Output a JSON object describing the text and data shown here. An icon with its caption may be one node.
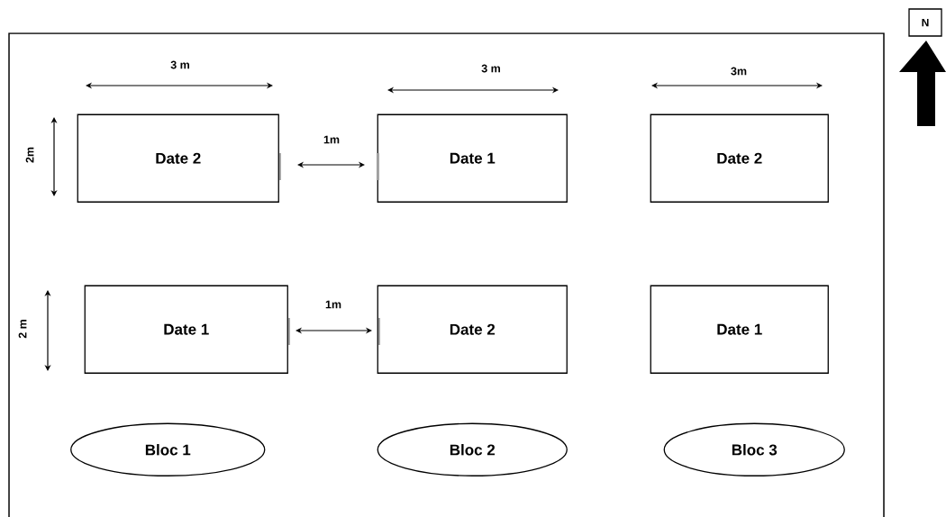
{
  "diagram": {
    "nodes": [
      {
        "text": [],
        "shape": "box"
      },
      {
        "text": [
          "Date 2"
        ],
        "in": 0
      },
      {
        "text": [
          "Date 1"
        ],
        "in": 0
      },
      {
        "text": [
          "Date 2"
        ],
        "in": 0
      },
      {
        "text": [
          "Date 1"
        ],
        "in": 0
      },
      {
        "text": [
          "Date 2"
        ],
        "in": 0
      },
      {
        "text": [
          "Date 1"
        ],
        "in": 0
      },
      {
        "text": [
          "Bloc 1"
        ],
        "in": 0
      },
      {
        "text": [
          "Bloc 2"
        ],
        "in": 0
      },
      {
        "text": [
          "Bloc 3"
        ],
        "in": 0
      },
      {
        "text": [
          "N"
        ]
      }
    ],
    "labels": [
      "3 m",
      "3 m",
      "3m",
      "1m",
      "2m",
      "1m",
      "2 m"
    ]
  }
}
